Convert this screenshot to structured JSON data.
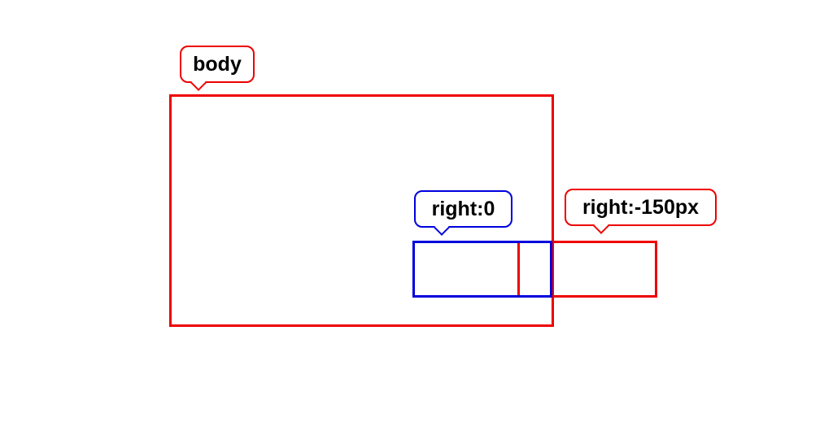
{
  "labels": {
    "body": "body",
    "right_zero": "right:0",
    "right_negative": "right:-150px"
  },
  "colors": {
    "red": "#ee0000",
    "blue": "#0000dd",
    "background": "#ffffff"
  }
}
